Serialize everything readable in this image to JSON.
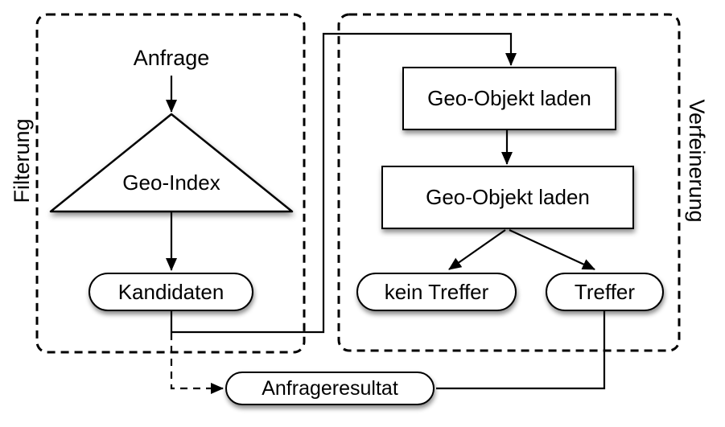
{
  "sections": {
    "filterung": {
      "label": "Filterung"
    },
    "verfeinerung": {
      "label": "Verfeinerung"
    }
  },
  "nodes": {
    "anfrage": {
      "label": "Anfrage"
    },
    "geo_index": {
      "label": "Geo-Index"
    },
    "kandidaten": {
      "label": "Kandidaten"
    },
    "geo_objekt_laden_1": {
      "label": "Geo-Objekt laden"
    },
    "geo_objekt_laden_2": {
      "label": "Geo-Objekt laden"
    },
    "kein_treffer": {
      "label": "kein Treffer"
    },
    "treffer": {
      "label": "Treffer"
    },
    "anfrageresultat": {
      "label": "Anfrageresultat"
    }
  },
  "edges": [
    {
      "from": "Anfrage",
      "to": "Geo-Index",
      "style": "solid-arrow"
    },
    {
      "from": "Geo-Index",
      "to": "Kandidaten",
      "style": "solid-arrow"
    },
    {
      "from": "Kandidaten",
      "to": "Geo-Objekt laden (1)",
      "style": "solid-arrow"
    },
    {
      "from": "Geo-Objekt laden (1)",
      "to": "Geo-Objekt laden (2)",
      "style": "solid-arrow"
    },
    {
      "from": "Geo-Objekt laden (2)",
      "to": "kein Treffer",
      "style": "solid-arrow"
    },
    {
      "from": "Geo-Objekt laden (2)",
      "to": "Treffer",
      "style": "solid-arrow"
    },
    {
      "from": "Treffer",
      "to": "Anfrageresultat",
      "style": "solid-line"
    },
    {
      "from": "Kandidaten",
      "to": "Anfrageresultat",
      "style": "dashed-arrow"
    }
  ],
  "colors": {
    "stroke": "#000000",
    "background": "#ffffff",
    "shadow": "rgba(0,0,0,0.45)"
  }
}
